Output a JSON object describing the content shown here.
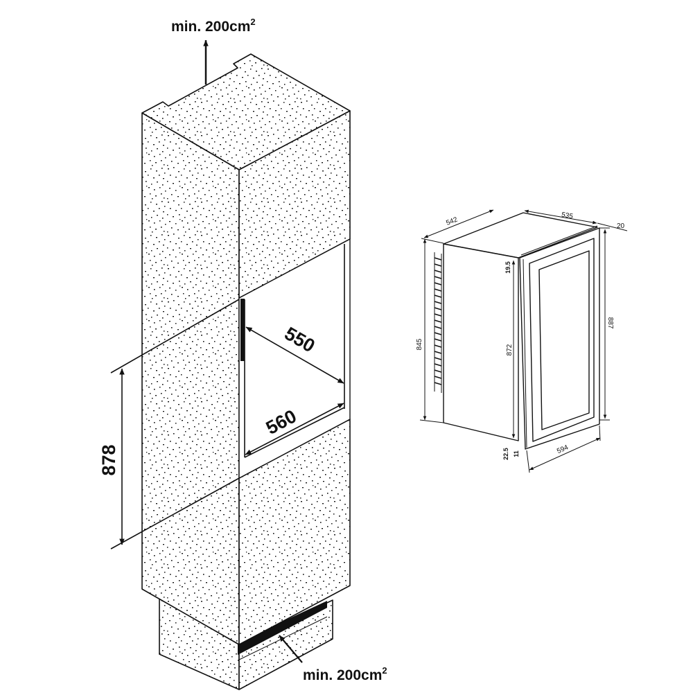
{
  "installation": {
    "vent_top": {
      "text": "min. 200cm",
      "superscript": "2"
    },
    "vent_bottom": {
      "text": "min. 200cm",
      "superscript": "2"
    },
    "niche_depth": "550",
    "niche_width": "560",
    "niche_height": "878"
  },
  "appliance": {
    "side_depth": "542",
    "top_depth": "535",
    "door_offset": "20",
    "side_height": "845",
    "front_height": "872",
    "overall_height": "887",
    "width": "594",
    "top_gap": "19.5",
    "bottom_gap": "22.5",
    "bottom_step": "11"
  },
  "colors": {
    "line": "#111111",
    "background": "#ffffff"
  }
}
